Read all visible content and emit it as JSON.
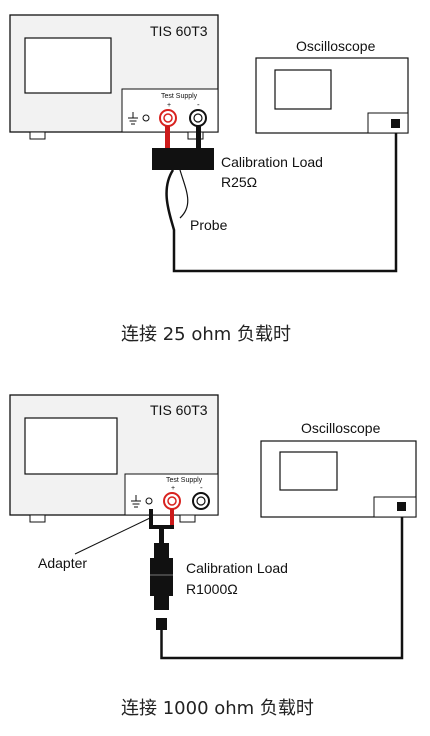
{
  "diagram_1": {
    "device_label": "TIS 60T3",
    "supply_label": "Test Supply",
    "plus_sign": "+",
    "minus_sign": "-",
    "scope_label": "Oscilloscope",
    "load_label": "Calibration Load",
    "load_value": "R25Ω",
    "probe_label": "Probe",
    "caption": "连接  25 ohm  负载时"
  },
  "diagram_2": {
    "device_label": "TIS 60T3",
    "supply_label": "Test Supply",
    "plus_sign": "+",
    "minus_sign": "-",
    "scope_label": "Oscilloscope",
    "load_label": "Calibration Load",
    "load_value": "R1000Ω",
    "adapter_label": "Adapter",
    "caption": "连接  1000 ohm  负载时"
  },
  "colors": {
    "terminal_red": "#d8221f",
    "cable_red": "#cc1a1a",
    "line": "#111111",
    "panel_gray": "#f2f2f2"
  }
}
